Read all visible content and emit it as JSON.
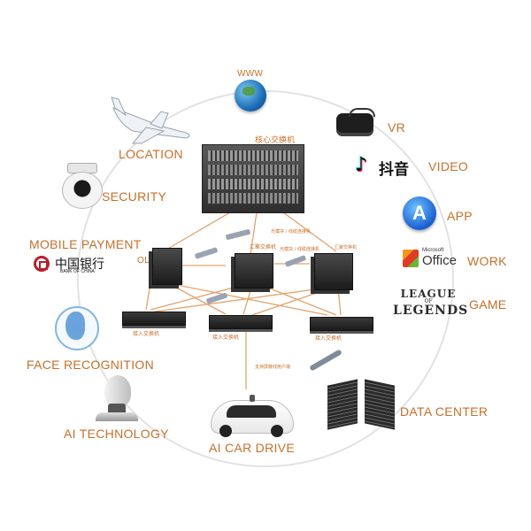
{
  "labels": {
    "www": "WWW",
    "core_switch": "核心交换机",
    "vr": "VR",
    "video": "VIDEO",
    "tiktok": "抖音",
    "app": "APP",
    "work": "WORK",
    "office_small": "Microsoft",
    "office": "Office",
    "game": "GAME",
    "league_1": "LEAGUE",
    "league_of": "OF",
    "league_2": "LEGENDS",
    "data_center": "DATA CENTER",
    "ai_car_drive": "AI CAR DRIVE",
    "ai_technology": "AI TECHNOLOGY",
    "face_recognition": "FACE RECOGNITION",
    "mobile_payment": "MOBILE PAYMENT",
    "bank_cn": "中国银行",
    "bank_en": "BANK OF CHINA",
    "security": "SECURITY",
    "location": "LOCATION",
    "olt": "OLT",
    "agg_switch": "汇聚交换机",
    "access_switch_1": "接入交换机",
    "access_switch_2": "接入交换机",
    "access_switch_3": "接入交换机",
    "support_users": "支持屏蔽线用户端",
    "module_1": "光模块 / 线缆连接机",
    "module_2": "光模块 / 线缆连接机",
    "agg_right": "汇聚交换机"
  },
  "colors": {
    "accent": "#c7702a",
    "line": "#e4a36b",
    "circle": "#e2e2e2"
  }
}
